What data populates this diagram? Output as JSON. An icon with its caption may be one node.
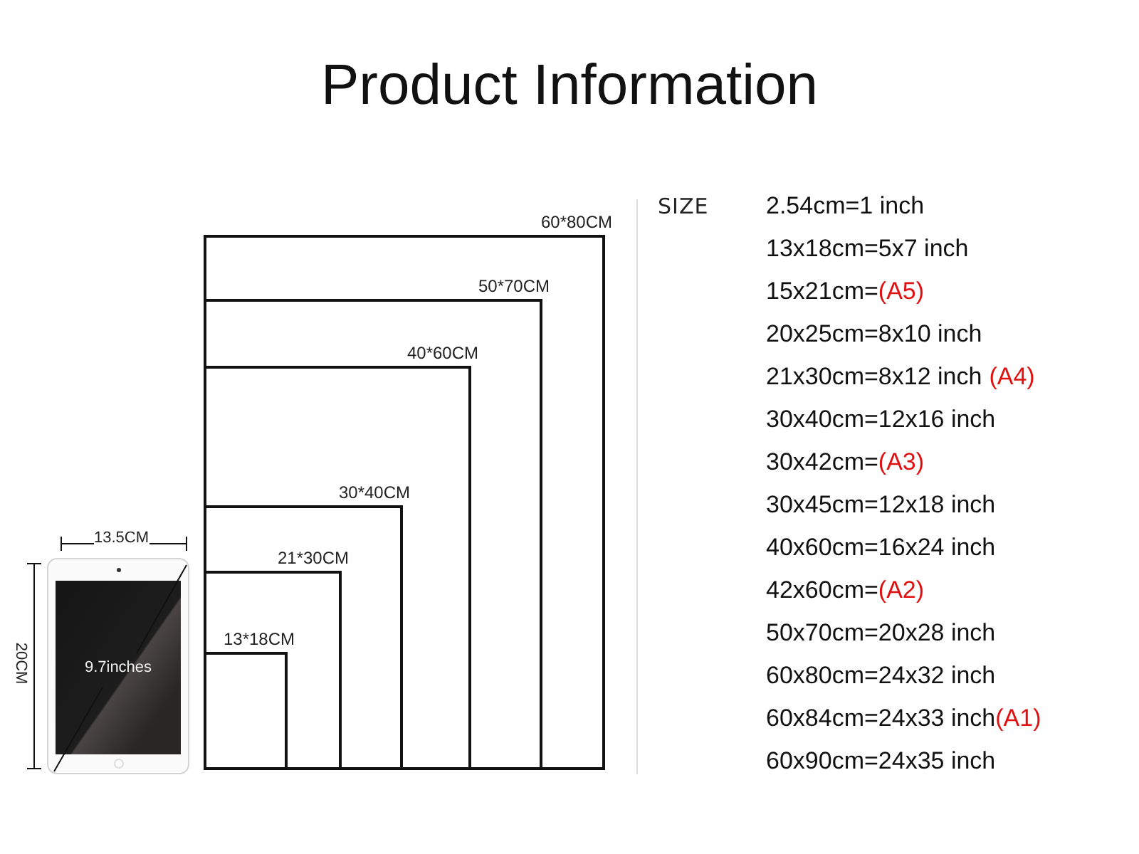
{
  "diagram": {
    "title": "Product Information",
    "nodes": [
      {
        "text": [
          "60*80CM"
        ]
      },
      {
        "text": [
          "50*70CM"
        ],
        "in": 0
      },
      {
        "text": [
          "40*60CM"
        ],
        "in": 1
      },
      {
        "text": [
          "30*40CM"
        ],
        "in": 2
      },
      {
        "text": [
          "21*30CM"
        ],
        "in": 3
      },
      {
        "text": [
          "13*18CM"
        ],
        "in": 4
      },
      {
        "text": [
          "9.7inches"
        ]
      }
    ],
    "labels": [
      "SIZE",
      "2.54cm=1 inch",
      "13x18cm=5x7 inch",
      "15x21cm=",
      "(A5)",
      "20x25cm=8x10 inch",
      "21x30cm=8x12 inch",
      "(A4)",
      "30x40cm=12x16 inch",
      "30x42cm=",
      "(A3)",
      "30x45cm=12x18 inch",
      "40x60cm=16x24 inch",
      "42x60cm=",
      "(A2)",
      "50x70cm=20x28 inch",
      "60x80cm=24x32 inch",
      "60x84cm=24x33 inch",
      "(A1)",
      "60x90cm=24x35 inch",
      "13.5CM",
      "20CM"
    ]
  }
}
